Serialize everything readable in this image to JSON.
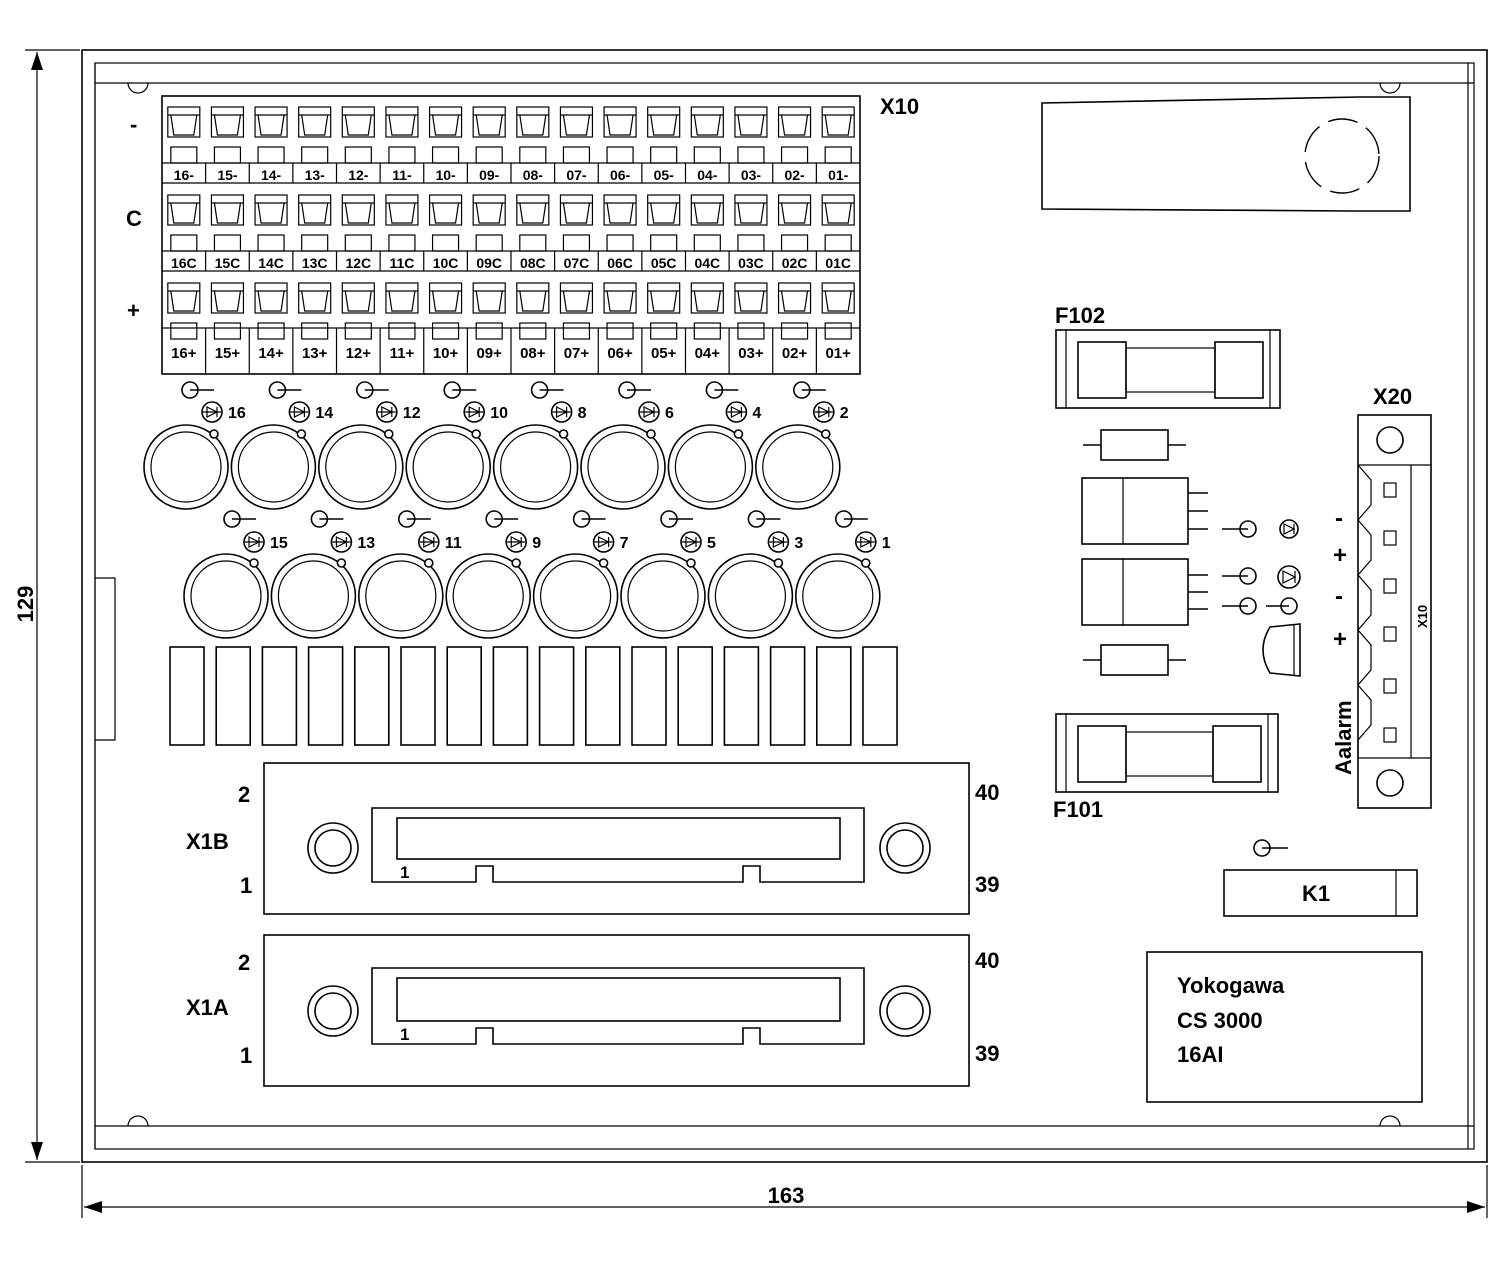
{
  "dimensions": {
    "height": "129",
    "width": "163"
  },
  "terminal_block": {
    "name": "X10",
    "row_markers": [
      "-",
      "C",
      "+"
    ],
    "minus_labels": [
      "16-",
      "15-",
      "14-",
      "13-",
      "12-",
      "11-",
      "10-",
      "09-",
      "08-",
      "07-",
      "06-",
      "05-",
      "04-",
      "03-",
      "02-",
      "01-"
    ],
    "c_labels": [
      "16C",
      "15C",
      "14C",
      "13C",
      "12C",
      "11C",
      "10C",
      "09C",
      "08C",
      "07C",
      "06C",
      "05C",
      "04C",
      "03C",
      "02C",
      "01C"
    ],
    "plus_labels": [
      "16+",
      "15+",
      "14+",
      "13+",
      "12+",
      "11+",
      "10+",
      "09+",
      "08+",
      "07+",
      "06+",
      "05+",
      "04+",
      "03+",
      "02+",
      "01+"
    ]
  },
  "led_channels": {
    "row_even": [
      "16",
      "14",
      "12",
      "10",
      "8",
      "6",
      "4",
      "2"
    ],
    "row_odd": [
      "15",
      "13",
      "11",
      "9",
      "7",
      "5",
      "3",
      "1"
    ]
  },
  "connectors": {
    "x1b": {
      "name": "X1B",
      "pin_top_left": "2",
      "pin_bottom_left": "1",
      "pin_top_right": "40",
      "pin_bottom_right": "39",
      "inner_pin": "1"
    },
    "x1a": {
      "name": "X1A",
      "pin_top_left": "2",
      "pin_bottom_left": "1",
      "pin_top_right": "40",
      "pin_bottom_right": "39",
      "inner_pin": "1"
    }
  },
  "fuses": {
    "f102": "F102",
    "f101": "F101"
  },
  "x20": {
    "name": "X20",
    "labels": [
      "-",
      "+",
      "-",
      "+"
    ],
    "alarm": "Aalarm",
    "side": "X10"
  },
  "relay": "K1",
  "nameplate": [
    "Yokogawa",
    "CS 3000",
    "16AI"
  ]
}
